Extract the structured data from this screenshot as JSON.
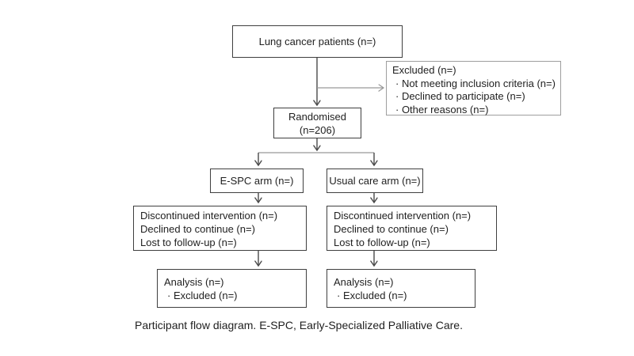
{
  "diagram": {
    "enrollment": {
      "label": "Lung cancer patients (n=)"
    },
    "excluded": {
      "title": "Excluded (n=)",
      "items": [
        "· Not meeting inclusion criteria (n=)",
        "· Declined to participate (n=)",
        "· Other reasons (n=)"
      ]
    },
    "randomised": {
      "line1": "Randomised",
      "line2": "(n=206)"
    },
    "arms": {
      "espc": {
        "label": "E-SPC arm (n=)"
      },
      "usual": {
        "label": "Usual care arm (n=)"
      }
    },
    "followup": {
      "espc": {
        "lines": [
          "Discontinued intervention (n=)",
          "Declined to continue (n=)",
          "Lost to follow-up (n=)"
        ]
      },
      "usual": {
        "lines": [
          "Discontinued intervention (n=)",
          "Declined to continue (n=)",
          "Lost to follow-up (n=)"
        ]
      }
    },
    "analysis": {
      "espc": {
        "line1": "Analysis (n=)",
        "line2": "· Excluded (n=)"
      },
      "usual": {
        "line1": "Analysis (n=)",
        "line2": "· Excluded (n=)"
      }
    }
  },
  "caption": "Participant flow diagram. E-SPC, Early-Specialized Palliative Care.",
  "colors": {
    "background": "#ffffff",
    "text": "#1f1f1f",
    "box_border": "#3f3f3f",
    "excluded_border": "#9e9e9e",
    "line_dark": "#4a4a4a",
    "line_gray": "#999999"
  }
}
